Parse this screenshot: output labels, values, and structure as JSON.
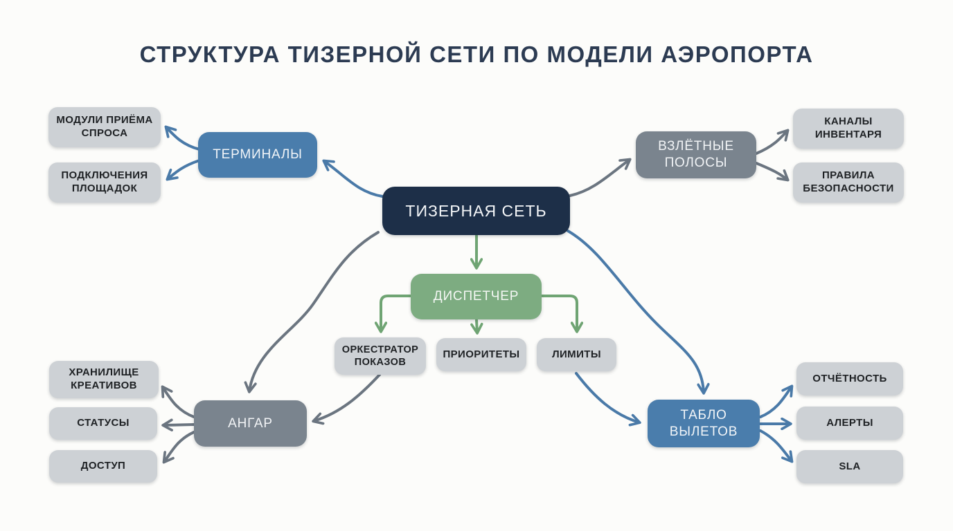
{
  "title": "СТРУКТУРА ТИЗЕРНОЙ СЕТИ ПО МОДЕЛИ АЭРОПОРТА",
  "diagram_type": "mind-map",
  "colors": {
    "background": "#fcfcfa",
    "title_text": "#2c3b52",
    "central_node": "#1d2f48",
    "blue_node": "#4a7dac",
    "slate_node": "#7a848e",
    "green_node": "#7dac81",
    "leaf_node": "#cdd1d5",
    "leaf_text": "#1e2124",
    "arrow_blue": "#4a7aa8",
    "arrow_gray": "#6b7580",
    "arrow_green": "#6fa473"
  },
  "nodes": {
    "central": {
      "label": "ТИЗЕРНАЯ СЕТЬ",
      "style": "navy"
    },
    "terminals": {
      "label": "ТЕРМИНАЛЫ",
      "style": "blue"
    },
    "demand_modules": {
      "label": "МОДУЛИ ПРИЁМА СПРОСА",
      "style": "leaf"
    },
    "site_connections": {
      "label": "ПОДКЛЮЧЕНИЯ ПЛОЩАДОК",
      "style": "leaf"
    },
    "runways": {
      "label": "ВЗЛЁТНЫЕ ПОЛОСЫ",
      "style": "slate"
    },
    "inventory_channels": {
      "label": "КАНАЛЫ ИНВЕНТАРЯ",
      "style": "leaf"
    },
    "safety_rules": {
      "label": "ПРАВИЛА БЕЗОПАСНОСТИ",
      "style": "leaf"
    },
    "dispatcher": {
      "label": "ДИСПЕТЧЕР",
      "style": "green"
    },
    "impression_orchestrator": {
      "label": "ОРКЕСТРАТОР ПОКАЗОВ",
      "style": "leaf"
    },
    "priorities": {
      "label": "ПРИОРИТЕТЫ",
      "style": "leaf"
    },
    "limits": {
      "label": "ЛИМИТЫ",
      "style": "leaf"
    },
    "hangar": {
      "label": "АНГАР",
      "style": "slate"
    },
    "creative_storage": {
      "label": "ХРАНИЛИЩЕ КРЕАТИВОВ",
      "style": "leaf"
    },
    "statuses": {
      "label": "СТАТУСЫ",
      "style": "leaf"
    },
    "access": {
      "label": "ДОСТУП",
      "style": "leaf"
    },
    "departure_board": {
      "label": "ТАБЛО ВЫЛЕТОВ",
      "style": "blue"
    },
    "reporting": {
      "label": "ОТЧЁТНОСТЬ",
      "style": "leaf"
    },
    "alerts": {
      "label": "АЛЕРТЫ",
      "style": "leaf"
    },
    "sla": {
      "label": "SLA",
      "style": "leaf"
    }
  },
  "edges": [
    {
      "from": "central",
      "to": "terminals",
      "color": "blue"
    },
    {
      "from": "terminals",
      "to": "demand_modules",
      "color": "blue"
    },
    {
      "from": "terminals",
      "to": "site_connections",
      "color": "blue"
    },
    {
      "from": "central",
      "to": "runways",
      "color": "gray"
    },
    {
      "from": "runways",
      "to": "inventory_channels",
      "color": "gray"
    },
    {
      "from": "runways",
      "to": "safety_rules",
      "color": "gray"
    },
    {
      "from": "central",
      "to": "dispatcher",
      "color": "green"
    },
    {
      "from": "dispatcher",
      "to": "impression_orchestrator",
      "color": "green"
    },
    {
      "from": "dispatcher",
      "to": "priorities",
      "color": "green"
    },
    {
      "from": "dispatcher",
      "to": "limits",
      "color": "green"
    },
    {
      "from": "central",
      "to": "hangar",
      "color": "gray"
    },
    {
      "from": "impression_orchestrator",
      "to": "hangar",
      "color": "gray"
    },
    {
      "from": "hangar",
      "to": "creative_storage",
      "color": "gray"
    },
    {
      "from": "hangar",
      "to": "statuses",
      "color": "gray"
    },
    {
      "from": "hangar",
      "to": "access",
      "color": "gray"
    },
    {
      "from": "central",
      "to": "departure_board",
      "color": "blue"
    },
    {
      "from": "limits",
      "to": "departure_board",
      "color": "blue"
    },
    {
      "from": "departure_board",
      "to": "reporting",
      "color": "blue"
    },
    {
      "from": "departure_board",
      "to": "alerts",
      "color": "blue"
    },
    {
      "from": "departure_board",
      "to": "sla",
      "color": "blue"
    }
  ]
}
